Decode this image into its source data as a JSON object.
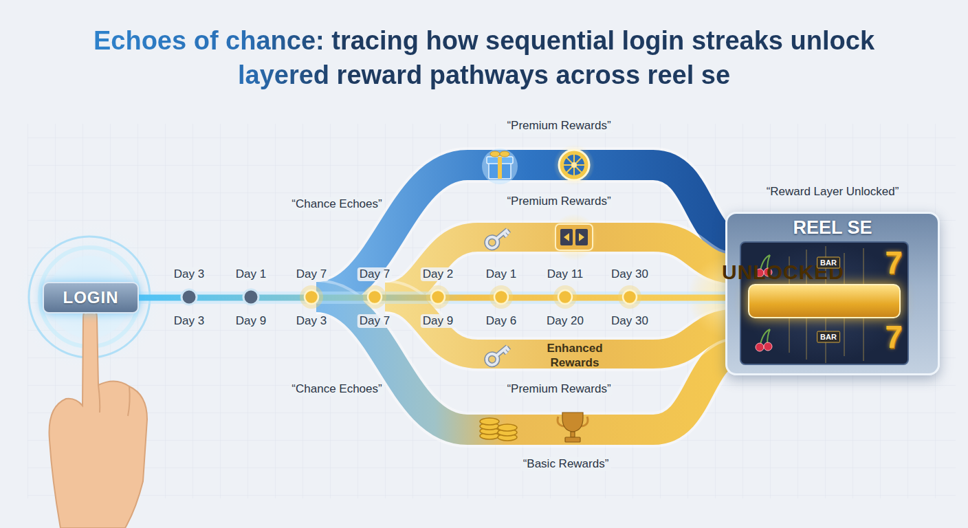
{
  "diagram": {
    "title": "Echoes of chance: tracing how sequential login streaks unlock layered reward pathways across reel se",
    "nodes": [
      {
        "text": [
          "LOGIN"
        ]
      },
      {
        "text": [
          "“Reward Layer Unlocked”",
          "REEL SE"
        ]
      },
      {
        "text": [
          "UNLOCKED"
        ],
        "in": 1
      }
    ],
    "edges": [
      {
        "from": 0,
        "to": 1,
        "arrow": "none"
      }
    ],
    "labels": [
      "“Premium Rewards”",
      "“Chance Echoes”",
      "“Premium Rewards”",
      "Day 3",
      "Day 1",
      "Day 7",
      "Day 7",
      "Day 2",
      "Day 1",
      "Day 11",
      "Day 30",
      "Day 3",
      "Day 9",
      "Day 3",
      "Day 7",
      "Day 9",
      "Day 6",
      "Day 20",
      "Day 30",
      "Enhanced Rewards",
      "“Chance Echoes”",
      "“Premium Rewards”",
      "“Basic Rewards”",
      "BAR",
      "7",
      "BAR",
      "7"
    ]
  }
}
